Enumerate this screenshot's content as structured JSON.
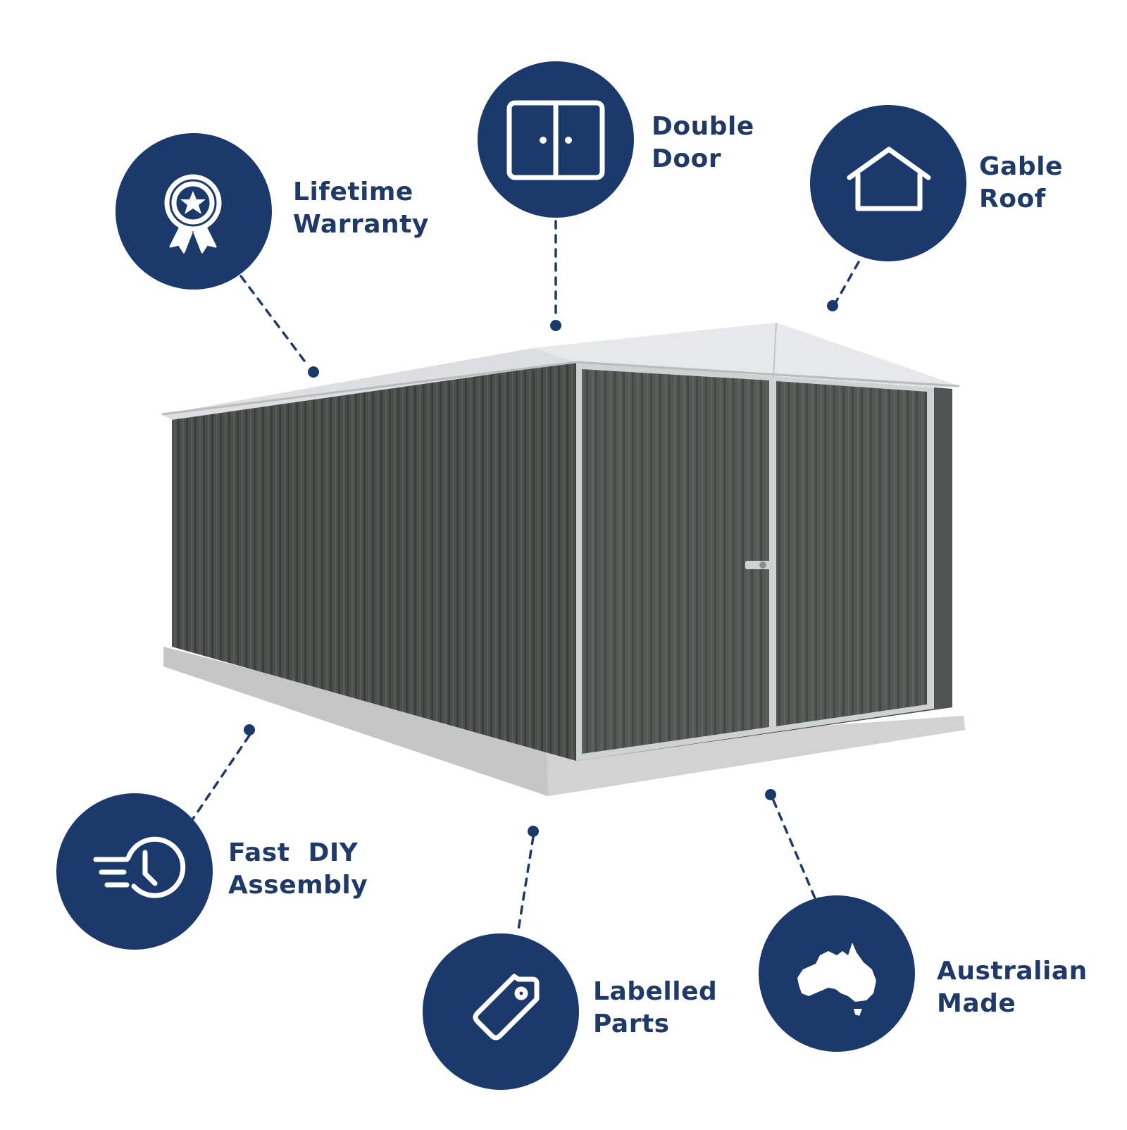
{
  "colors": {
    "badge": "#1b3a6b",
    "label_text": "#1f3a68",
    "icon_line": "#ffffff",
    "shed_wall": "#4a4f4c",
    "shed_roof": "#d9dbdd",
    "trim": "#c9cccd",
    "base": "#c8c8c8"
  },
  "features": [
    {
      "icon": "ribbon-badge-icon",
      "line1": "Lifetime",
      "line2": "Warranty"
    },
    {
      "icon": "double-door-icon",
      "line1": "Double",
      "line2": "Door"
    },
    {
      "icon": "house-gable-icon",
      "line1": "Gable",
      "line2": "Roof"
    },
    {
      "icon": "fast-clock-icon",
      "line1": "Fast  DIY",
      "line2": "Assembly"
    },
    {
      "icon": "price-tag-icon",
      "line1": "Labelled",
      "line2": "Parts"
    },
    {
      "icon": "australia-map-icon",
      "line1": "Australian",
      "line2": "Made"
    }
  ]
}
